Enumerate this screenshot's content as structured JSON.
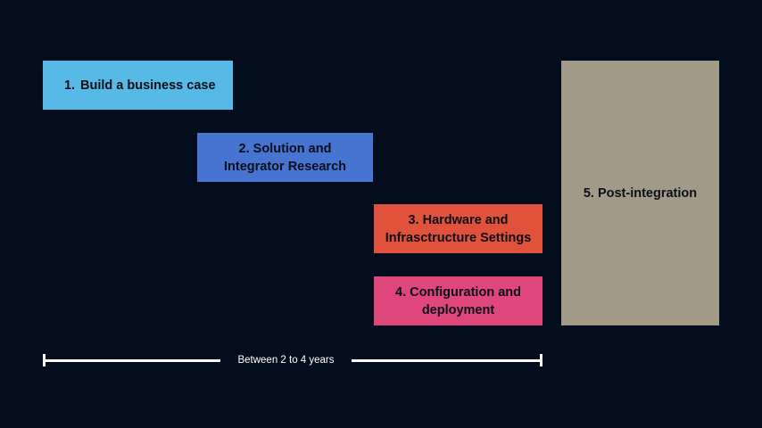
{
  "colors": {
    "background": "#040d1e",
    "step1": "#56b9e6",
    "step2": "#4773d1",
    "step3": "#e0523b",
    "step4": "#de467c",
    "step5": "#a19a86",
    "timeline": "#ffffff"
  },
  "steps": [
    {
      "number": "1.",
      "lines": [
        "Build a business case"
      ]
    },
    {
      "lines": [
        "2. Solution and",
        "Integrator Research"
      ]
    },
    {
      "lines": [
        "3. Hardware and",
        "Infrasctructure Settings"
      ]
    },
    {
      "lines": [
        "4. Configuration and",
        "deployment"
      ]
    },
    {
      "lines": [
        "5. Post-integration"
      ]
    }
  ],
  "timeline": {
    "label": "Between 2 to 4 years"
  }
}
